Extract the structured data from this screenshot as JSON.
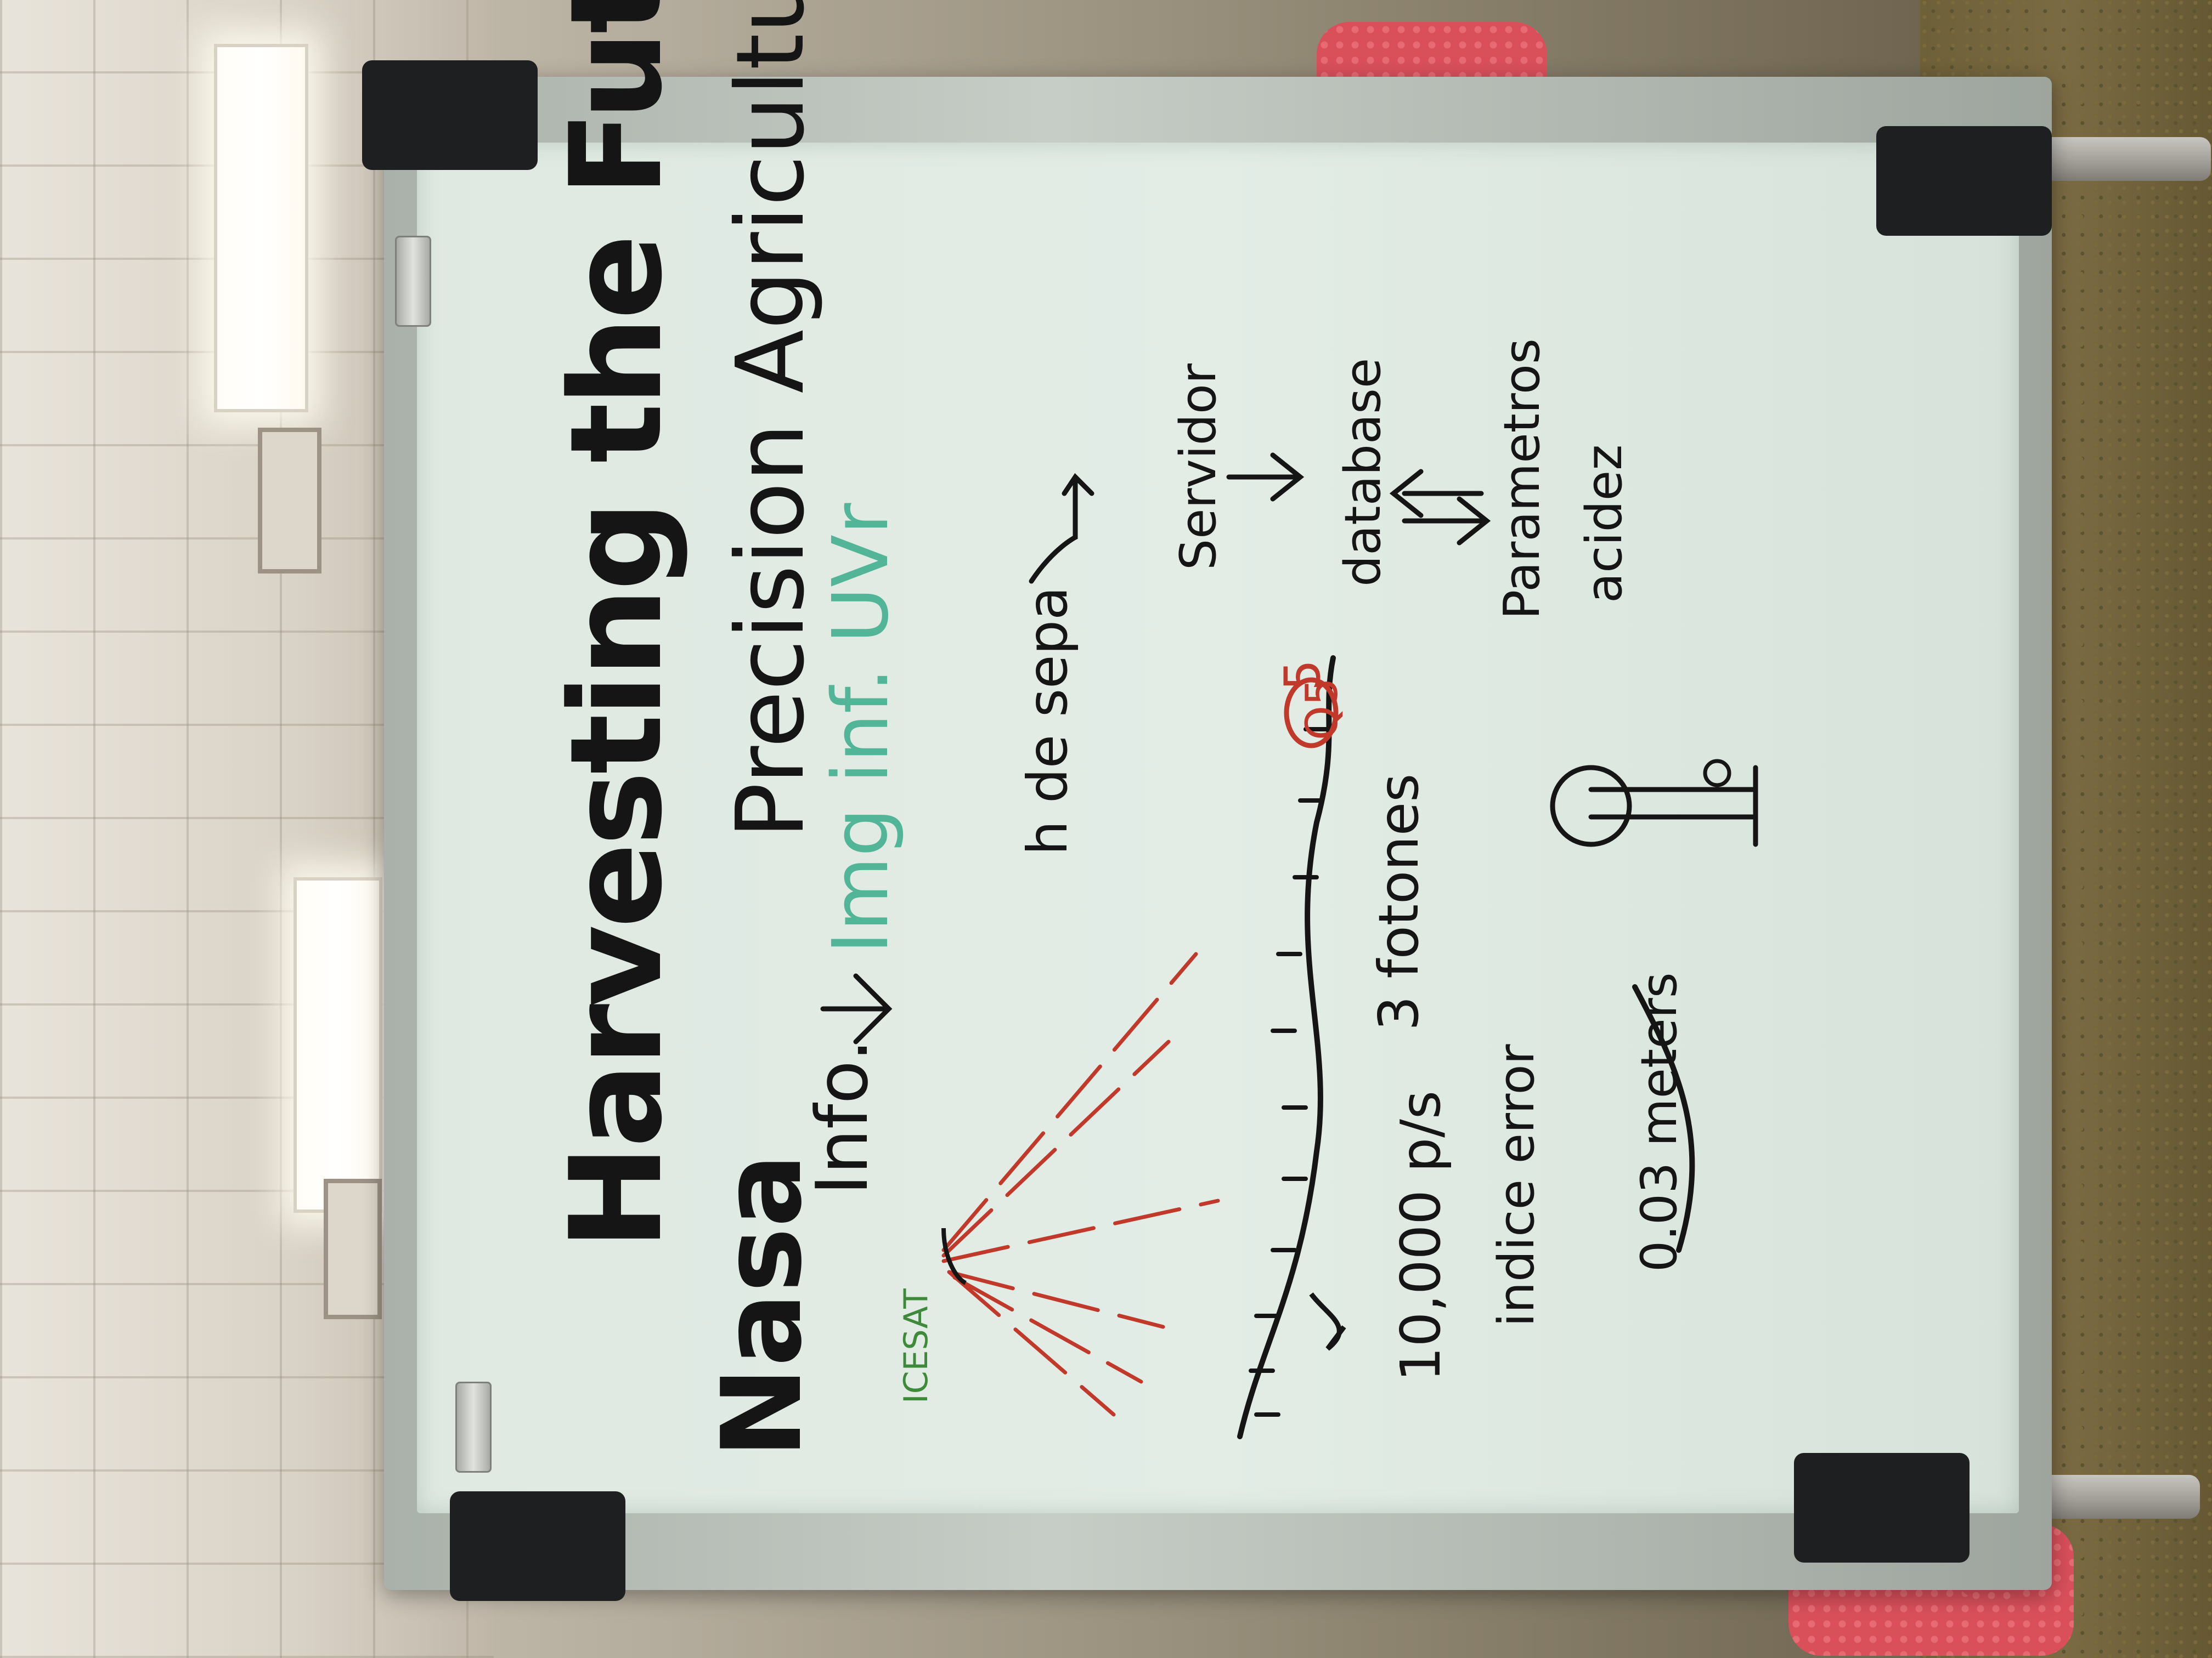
{
  "whiteboard": {
    "title": "Harvesting the Future",
    "subtitle": "Precision Agriculture",
    "nasa_label": "Nasa",
    "nasa_sub": "ICESAT",
    "info_label": "Info.",
    "img_label": "Img inf. UVr",
    "sepa_label": "h de sepa",
    "server_label": "Servidor",
    "database_label": "database",
    "params_label_1": "Parametros",
    "params_label_2": "acidez",
    "photons_label": "3 fotones",
    "circled_value": "Q5",
    "red_mark": "5",
    "pulses_label": "10,000 p/s",
    "error_label": "indice error",
    "meters_label": "0.03 meters"
  },
  "colors": {
    "ink_black": "#151515",
    "ink_red": "#c0392b",
    "ink_teal": "#52b597",
    "board": "#e1ebe4"
  }
}
